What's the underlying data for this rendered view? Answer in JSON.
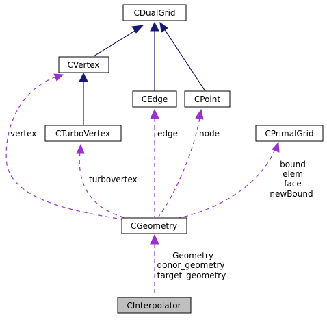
{
  "nodes": {
    "cdualgrid": "CDualGrid",
    "cvertex": "CVertex",
    "cedge": "CEdge",
    "cpoint": "CPoint",
    "cturbovertex": "CTurboVertex",
    "cprimalgrid": "CPrimalGrid",
    "cgeometry": "CGeometry",
    "cinterpolator": "CInterpolator"
  },
  "edge_labels": {
    "vertex": "vertex",
    "edge": "edge",
    "node": "node",
    "turbovertex": "turbovertex",
    "primal": [
      "bound",
      "elem",
      "face",
      "newBound"
    ],
    "geometry": [
      "Geometry",
      "donor_geometry",
      "target_geometry"
    ]
  },
  "colors": {
    "inheritance": "#191970",
    "usage": "#9a32cd",
    "highlight_fill": "#bfbfbf"
  }
}
